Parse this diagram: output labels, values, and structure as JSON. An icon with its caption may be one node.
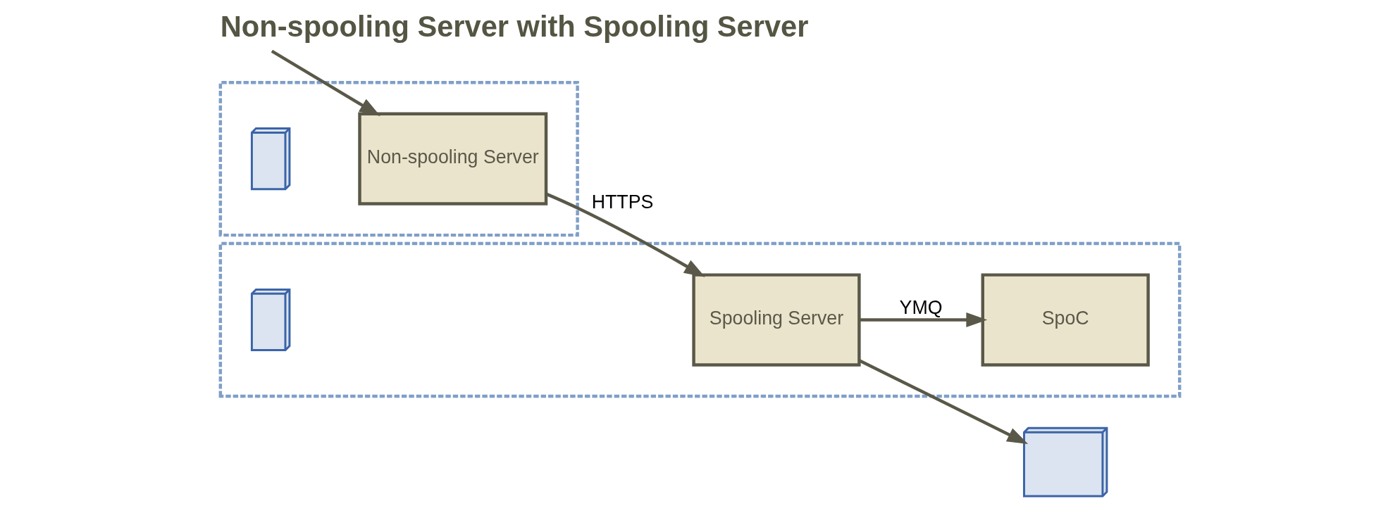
{
  "diagram": {
    "title": "Non-spooling Server with Spooling Server",
    "nodes": [
      {
        "text": [],
        "shape": "box"
      },
      {
        "text": [],
        "shape": "picture",
        "in": 0
      },
      {
        "text": [
          "Non-spooling Server"
        ],
        "in": 0
      },
      {
        "text": [],
        "shape": "box"
      },
      {
        "text": [],
        "shape": "picture",
        "in": 3
      },
      {
        "text": [
          "Spooling Server"
        ],
        "in": 3
      },
      {
        "text": [
          "SpoC"
        ],
        "in": 3
      },
      {
        "text": [],
        "shape": "picture"
      }
    ],
    "edges": [
      {
        "from": null,
        "to": 2,
        "arrow": "to"
      },
      {
        "from": 2,
        "to": 5,
        "arrow": "to",
        "label": "HTTPS"
      },
      {
        "from": 5,
        "to": 6,
        "arrow": "to",
        "label": "YMQ"
      },
      {
        "from": 5,
        "to": 7,
        "arrow": "to"
      }
    ]
  }
}
